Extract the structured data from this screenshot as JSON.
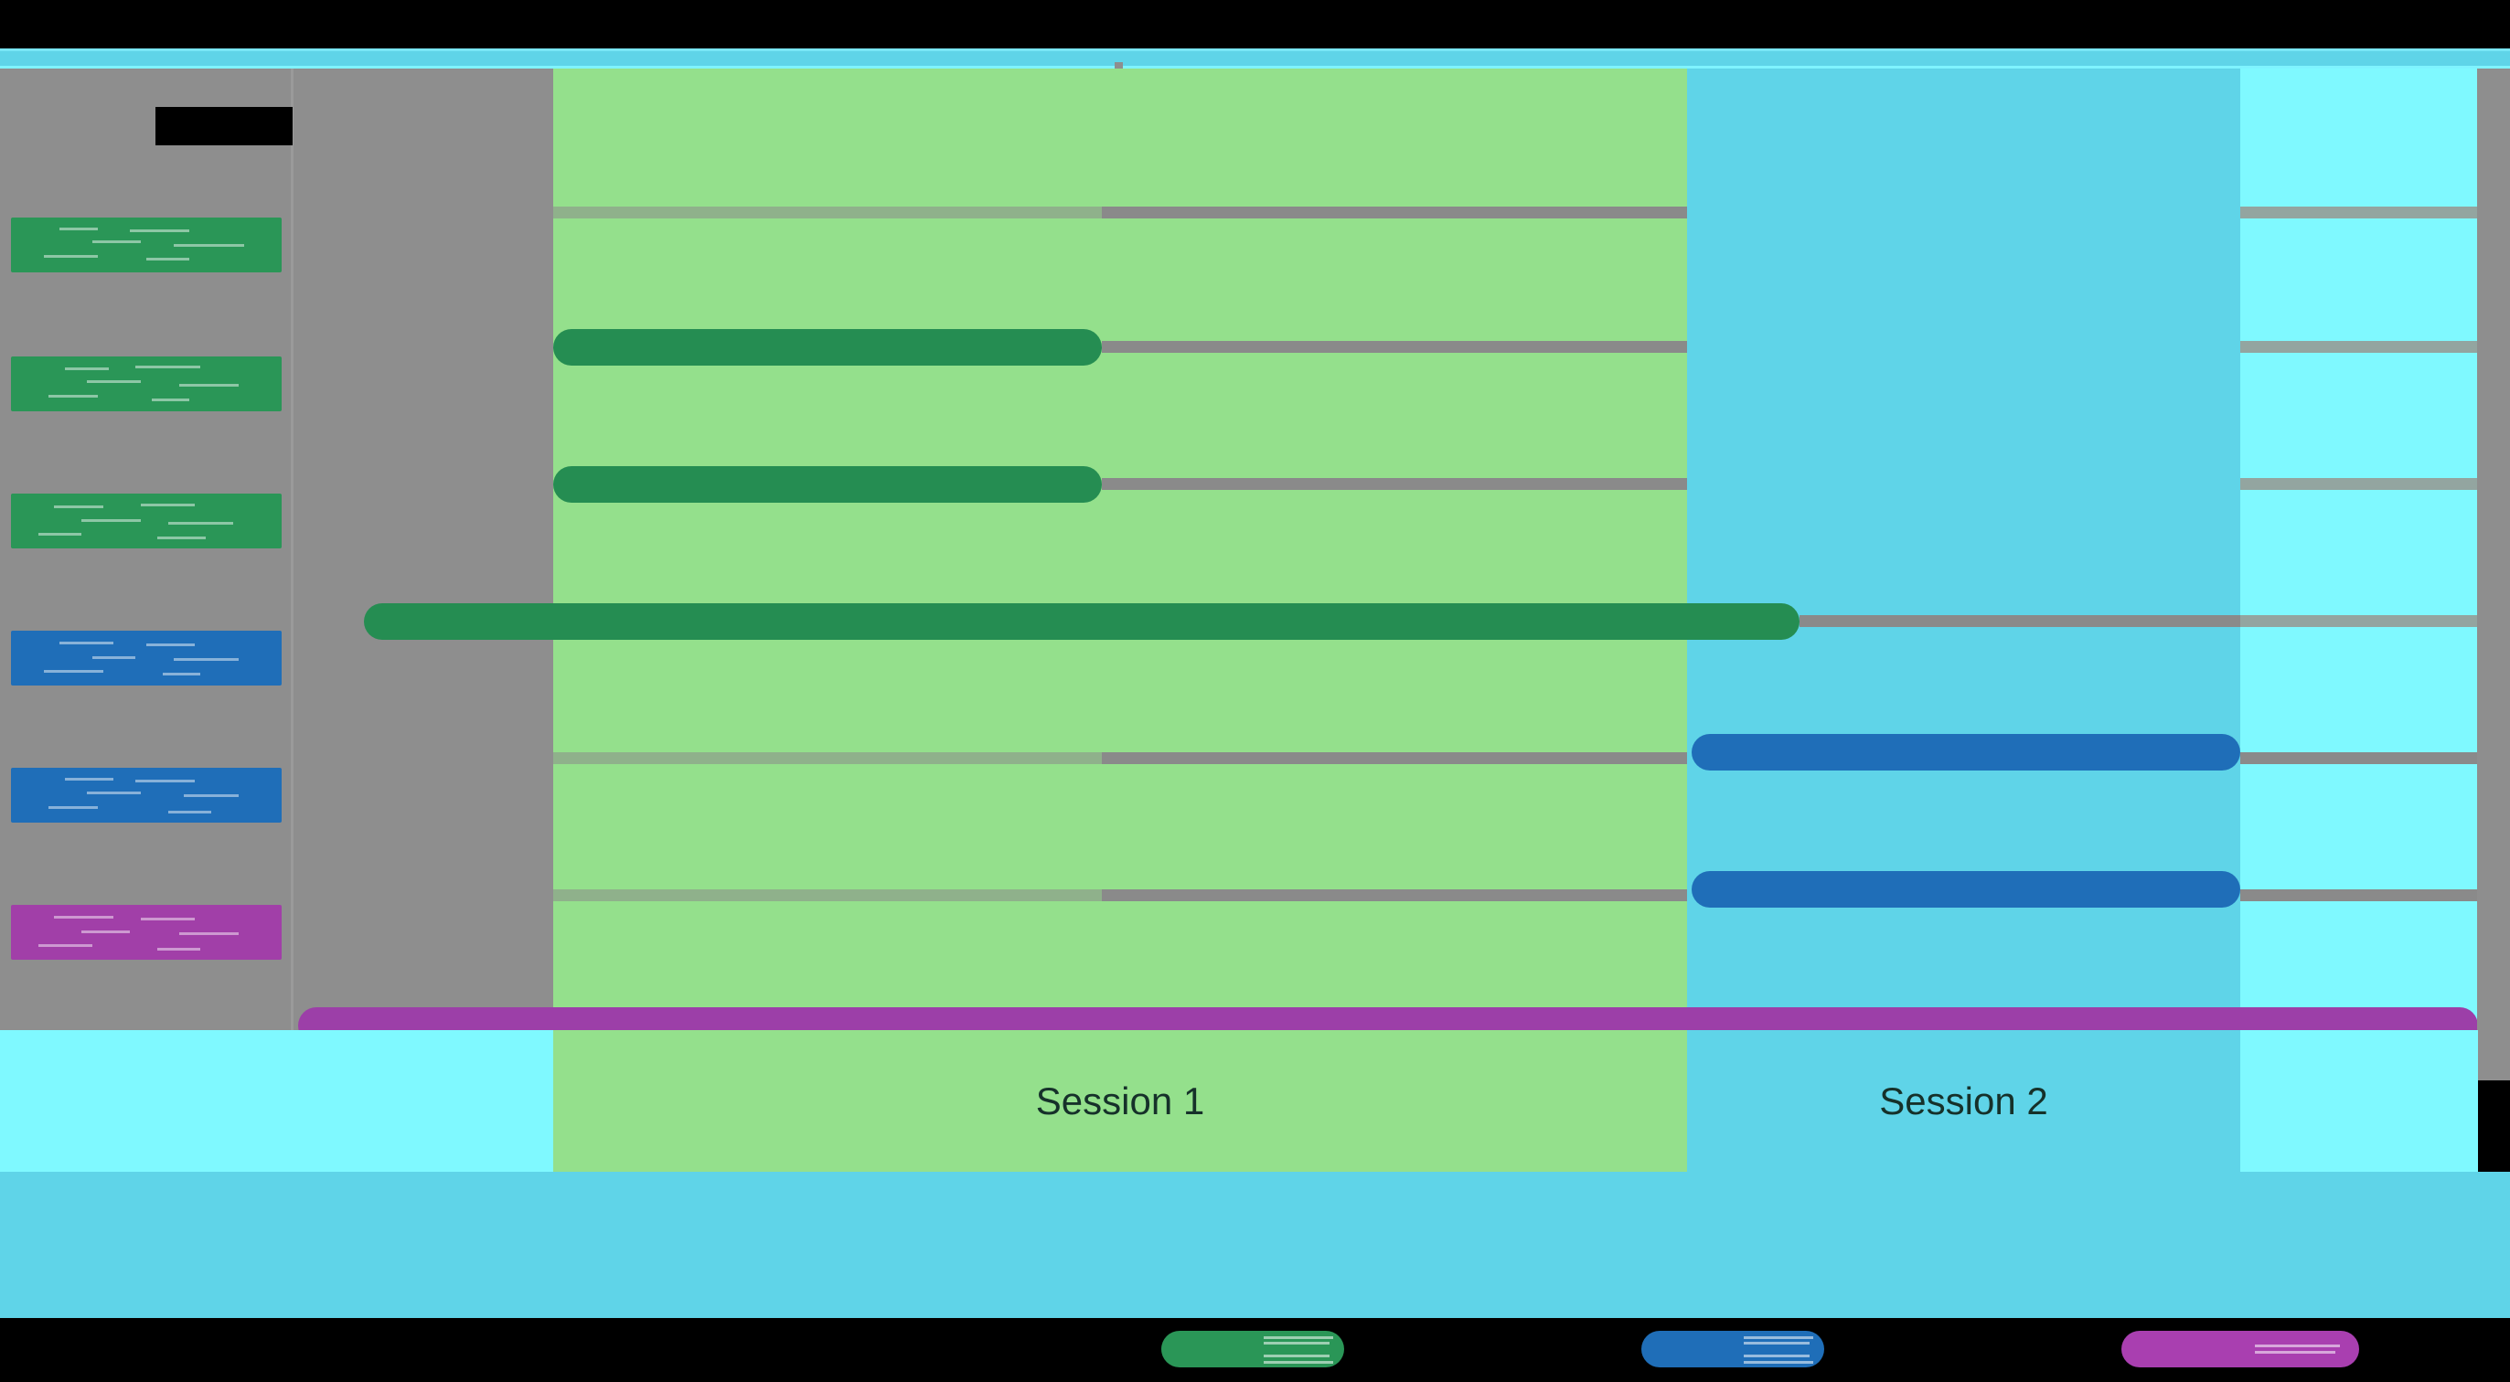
{
  "chart_data": {
    "type": "bar",
    "title": "",
    "xlabel": "",
    "ylabel": "",
    "orientation": "horizontal",
    "chart_kind": "gantt-timeline",
    "categories": [
      "row-1-label-redacted",
      "row-2-label-redacted",
      "row-3-label-redacted",
      "row-4-label-redacted",
      "row-5-label-redacted",
      "row-6-label-redacted"
    ],
    "session_labels": [
      "Session 1",
      "Session 2"
    ],
    "series": [
      {
        "name": "green-series",
        "color": "#258d52",
        "values": [
          {
            "row": 0,
            "start_pct": 12.5,
            "end_pct": 44.0
          },
          {
            "row": 1,
            "start_pct": 12.5,
            "end_pct": 44.0
          },
          {
            "row": 2,
            "start_pct": 8.2,
            "end_pct": 72.0
          }
        ]
      },
      {
        "name": "blue-series",
        "color": "#1f6eb8",
        "values": [
          {
            "row": 3,
            "start_pct": 68.0,
            "end_pct": 90.5
          },
          {
            "row": 4,
            "start_pct": 68.0,
            "end_pct": 90.5
          }
        ]
      },
      {
        "name": "magenta-series",
        "color": "#9c3fa8",
        "values": [
          {
            "row": 5,
            "start_pct": 6.8,
            "end_pct": 100.0
          }
        ]
      }
    ],
    "grid": true,
    "legend_position": "bottom"
  },
  "header": {
    "title_redacted": true
  },
  "sidebar": {
    "title_chip": "redacted-title",
    "items": [
      {
        "label": "redacted-task-1",
        "color": "#2a9657",
        "kind": "green"
      },
      {
        "label": "redacted-task-2",
        "color": "#2a9657",
        "kind": "green"
      },
      {
        "label": "redacted-task-3",
        "color": "#2a9657",
        "kind": "green"
      },
      {
        "label": "redacted-task-4",
        "color": "#1f6eb8",
        "kind": "blue"
      },
      {
        "label": "redacted-task-5",
        "color": "#1f6eb8",
        "kind": "blue"
      },
      {
        "label": "redacted-task-6",
        "color": "#a13fa8",
        "kind": "magenta"
      }
    ]
  },
  "sessions": {
    "session_1": {
      "label": "Session 1",
      "band_color": "#94e08c"
    },
    "session_2": {
      "label": "Session 2",
      "band_color": "#5fd4e8"
    },
    "session_3": {
      "label": "",
      "band_color": "#7ff9ff"
    }
  },
  "legend": {
    "items": [
      {
        "label": "redacted-legend-1",
        "color": "#2a9657"
      },
      {
        "label": "redacted-legend-2",
        "color": "#1f6eb8"
      },
      {
        "label": "redacted-legend-3",
        "color": "#a93fb0"
      }
    ]
  },
  "colors": {
    "background": "#8e8e8e",
    "top_bar": "#000000",
    "cyan_accent": "#5fd4e8",
    "cyan_bright": "#7ff9ff",
    "green_band": "#94e08c",
    "green_bar": "#258d52",
    "blue_bar": "#1f6eb8",
    "magenta_bar": "#9c3fa8",
    "row_line": "#8a8a8a",
    "session_text": "#16312a"
  }
}
